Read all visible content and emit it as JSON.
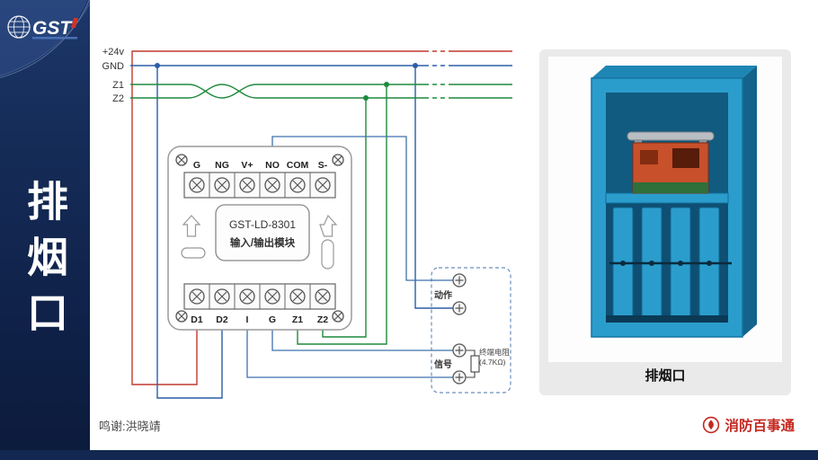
{
  "colors": {
    "sidebar_bg": "#13264d",
    "wire_24v_red": "#c13a2e",
    "wire_gnd_blue": "#2b5ea7",
    "wire_signal_green": "#1f8a3d",
    "module_wire_blue": "#3f72ae",
    "brand_red": "#c4271f",
    "panel_bg": "#eaeaea",
    "damper_blue": "#2b9dcc"
  },
  "sidebar": {
    "logo": "GST",
    "title_vertical": "排烟口"
  },
  "bus": {
    "v24": "+24v",
    "gnd": "GND",
    "z1": "Z1",
    "z2": "Z2"
  },
  "module": {
    "model": "GST-LD-8301",
    "kind": "输入/输出模块",
    "top_terminals": [
      "G",
      "NG",
      "V+",
      "NO",
      "COM",
      "S-"
    ],
    "bottom_terminals": [
      "D1",
      "D2",
      "I",
      "G",
      "Z1",
      "Z2"
    ]
  },
  "connector": {
    "action": "动作",
    "signal": "信号",
    "resistor_name": "终端电阻",
    "resistor_value": "(4.7KΩ)"
  },
  "product": {
    "caption": "排烟口"
  },
  "footer": {
    "credit": "鸣谢:洪晓靖",
    "brand": "消防百事通"
  }
}
